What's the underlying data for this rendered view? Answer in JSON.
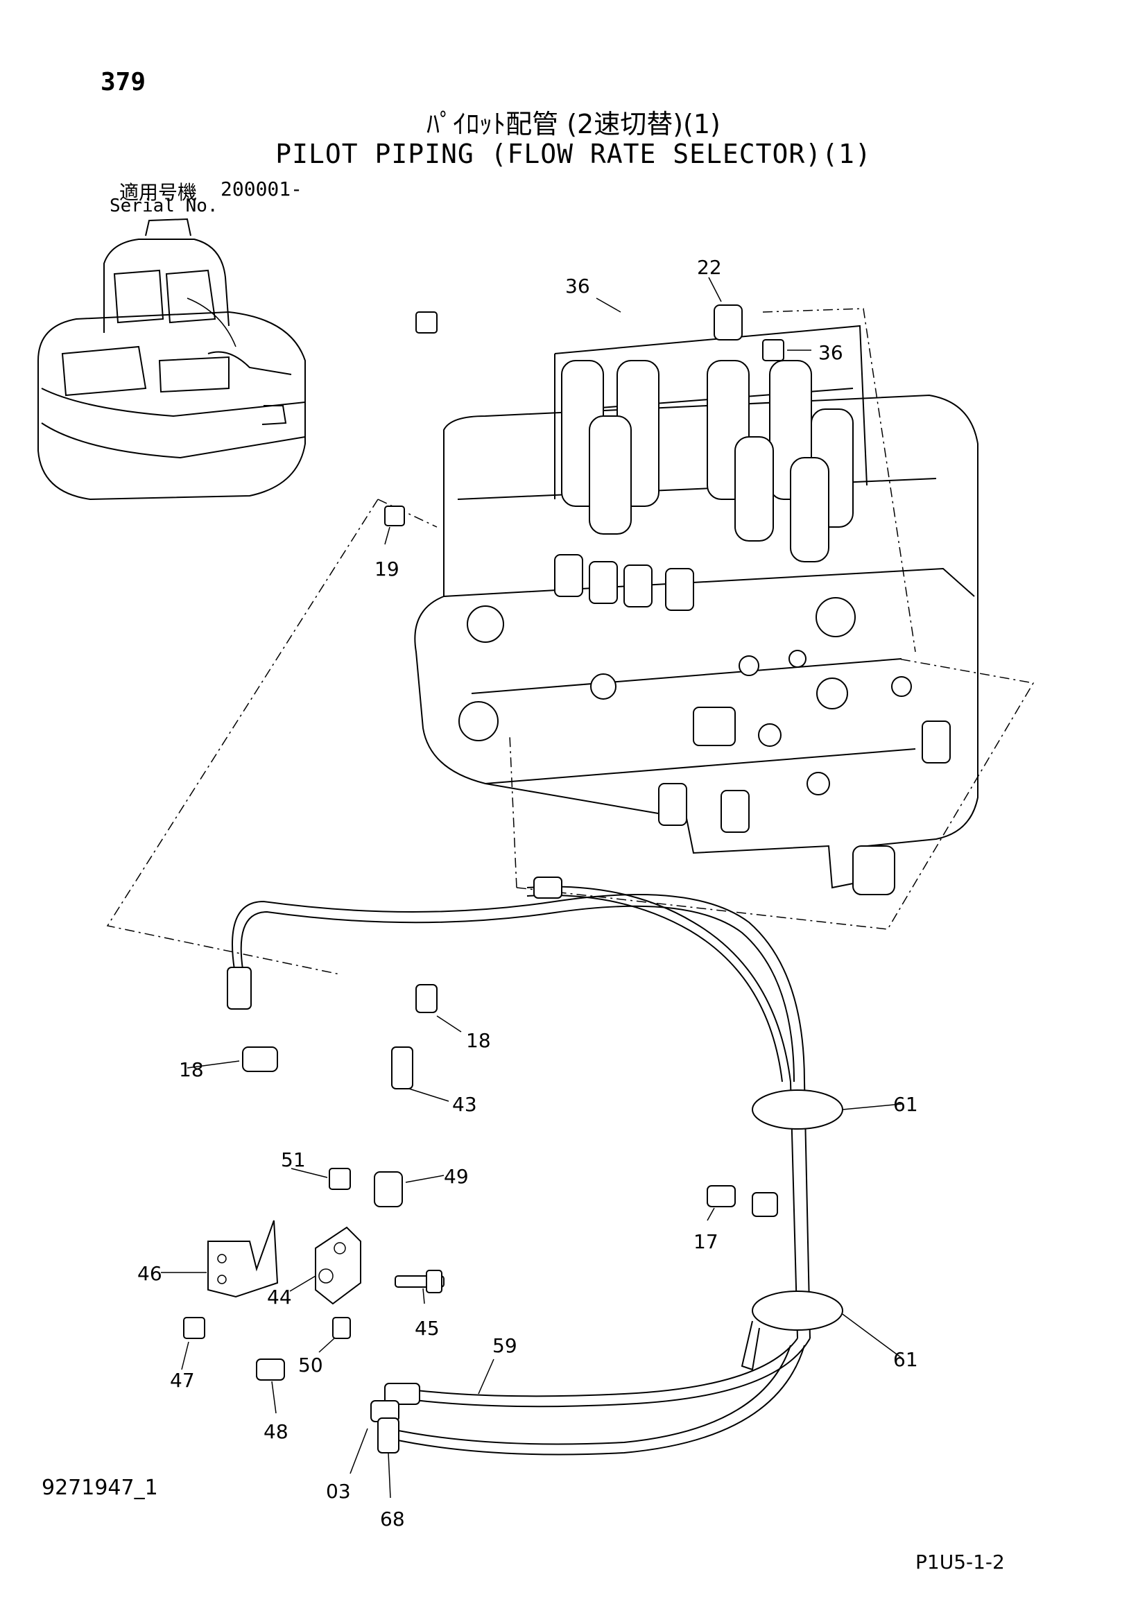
{
  "header": {
    "page_number": "379",
    "title_jp": "ﾊﾟｲﾛｯﾄ配管 (2速切替)(1)",
    "title_en": "PILOT PIPING (FLOW RATE SELECTOR)(1)",
    "serial_label_jp": "適用号機",
    "serial_value": "200001-",
    "serial_label_en": "Serial No."
  },
  "footer": {
    "drawing_id": "9271947_1",
    "page_code": "P1U5-1-2"
  },
  "callouts": [
    "36",
    "22",
    "36",
    "19",
    "18",
    "18",
    "43",
    "61",
    "51",
    "49",
    "17",
    "46",
    "44",
    "45",
    "47",
    "50",
    "59",
    "61",
    "48",
    "03",
    "68"
  ]
}
